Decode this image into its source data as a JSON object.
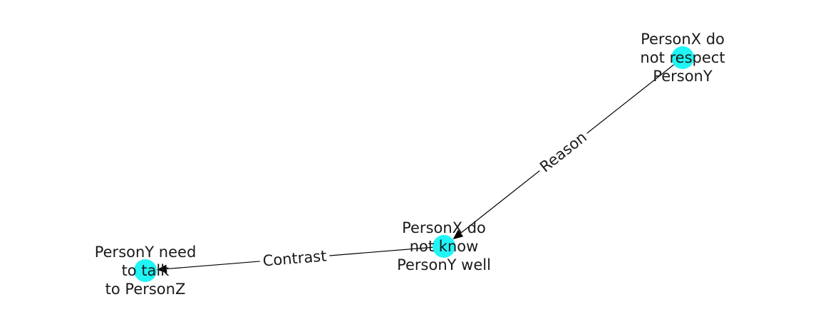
{
  "graph": {
    "node_color": "#1ff5f5",
    "edge_color": "#000000",
    "nodes": [
      {
        "id": "n1",
        "label_lines": [
          "PersonX do",
          "not respect",
          "PersonY"
        ]
      },
      {
        "id": "n2",
        "label_lines": [
          "PersonX do",
          "not know",
          "PersonY well"
        ]
      },
      {
        "id": "n3",
        "label_lines": [
          "PersonY need",
          "to talk",
          "to PersonZ"
        ]
      }
    ],
    "edges": [
      {
        "from": "n1",
        "to": "n2",
        "label": "Reason"
      },
      {
        "from": "n2",
        "to": "n3",
        "label": "Contrast"
      }
    ]
  }
}
